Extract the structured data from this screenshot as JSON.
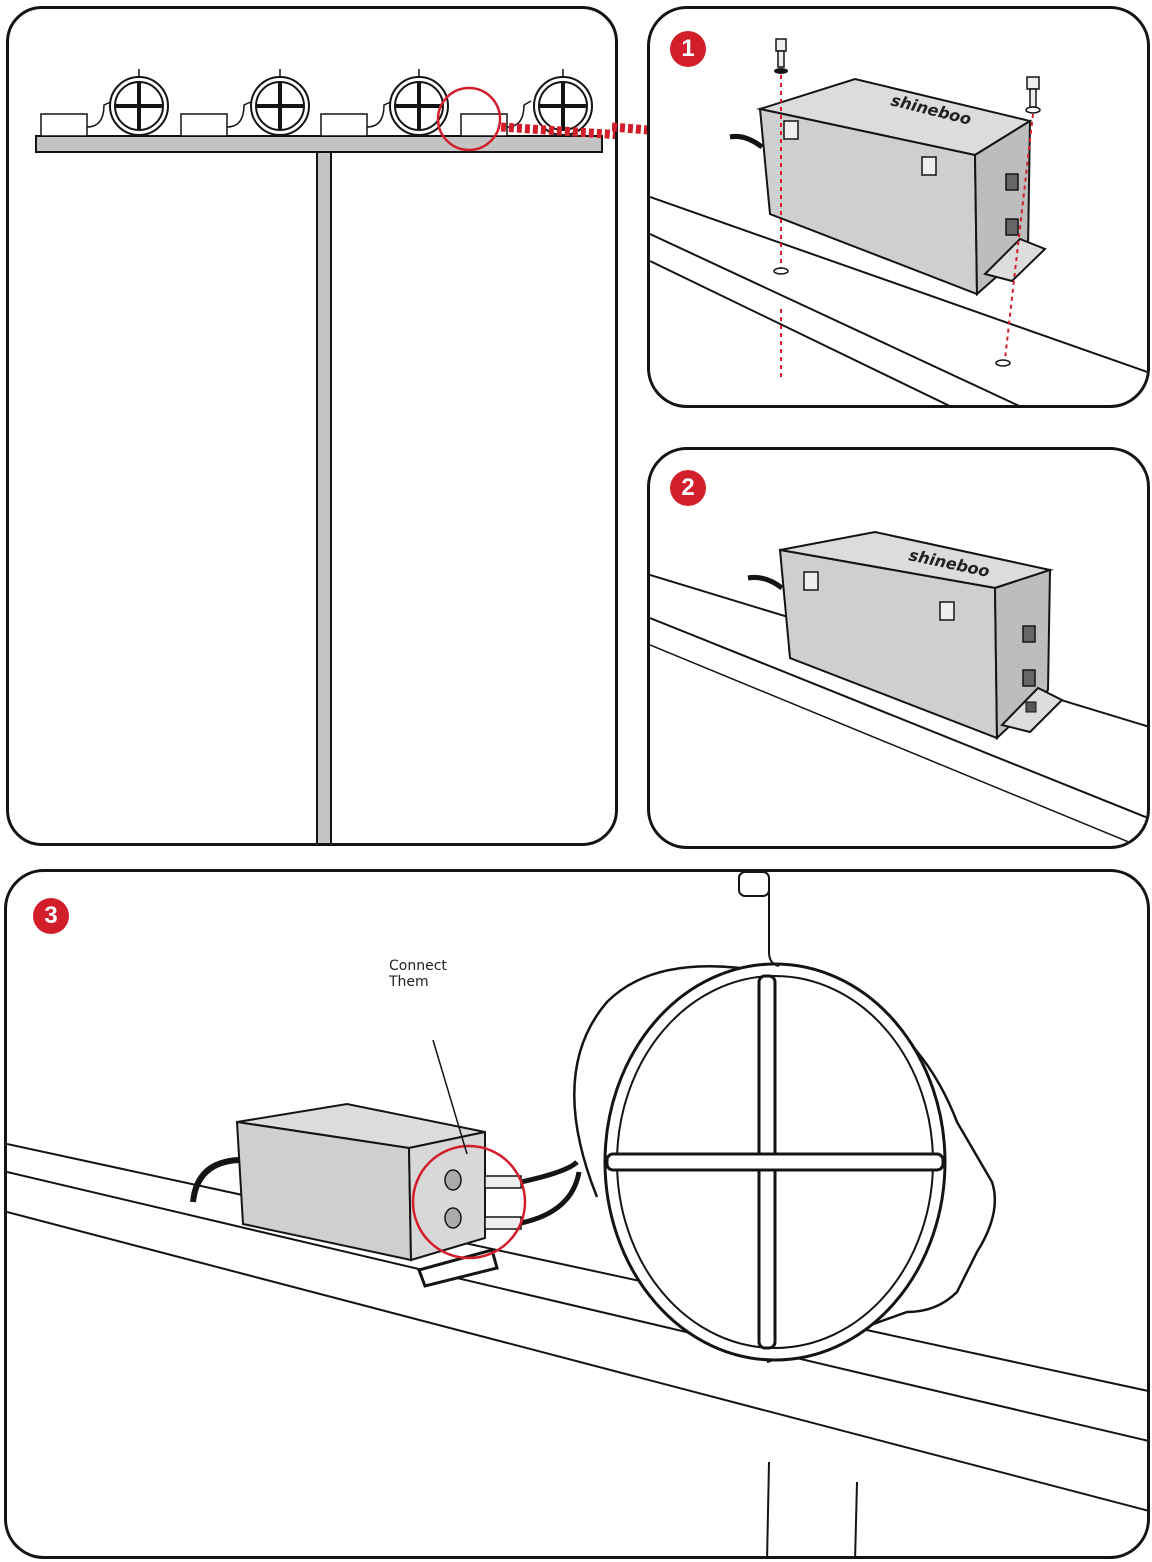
{
  "steps": [
    {
      "number": "1"
    },
    {
      "number": "2"
    },
    {
      "number": "3"
    }
  ],
  "callout": {
    "line1": "Connect",
    "line2": "Them"
  },
  "brand": "shineboo",
  "colors": {
    "accent_red": "#d21e2b",
    "box_gray": "#cfcfcf",
    "outline": "#141414",
    "pole_gray": "#c4c4c4"
  },
  "icons": [
    "bolt-icon",
    "washer-icon",
    "cable-connector-icon",
    "arrow-right-icon"
  ]
}
